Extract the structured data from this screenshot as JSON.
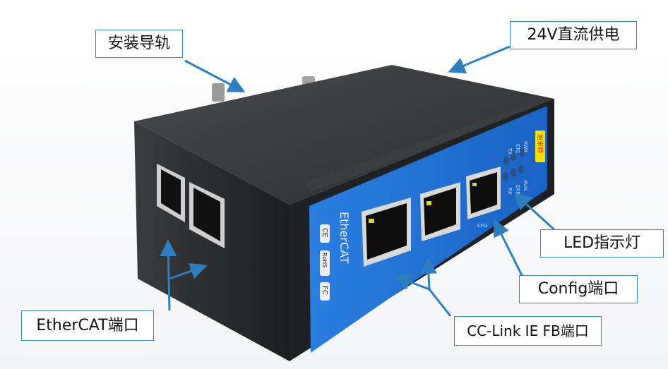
{
  "callouts": {
    "rail": "安装导轨",
    "power": "24V直流供电",
    "led": "LED指示灯",
    "config": "Config端口",
    "ethercat": "EtherCAT端口",
    "cclink": "CC-Link IE FB端口"
  },
  "device": {
    "brand_logo": "EtherCAT",
    "cert_ce": "CE",
    "cert_rohs": "RoHS",
    "cert_fc": "FC",
    "cfg_label": "CFG",
    "led_labels": [
      "PWR",
      "ETC",
      "TX",
      "RUN",
      "ERR",
      "RX"
    ],
    "vendor_badge": "迪米特"
  },
  "colors": {
    "arrow": "#2f7fbf",
    "panel": "#1f74d8",
    "body": "#2a2b2d"
  }
}
